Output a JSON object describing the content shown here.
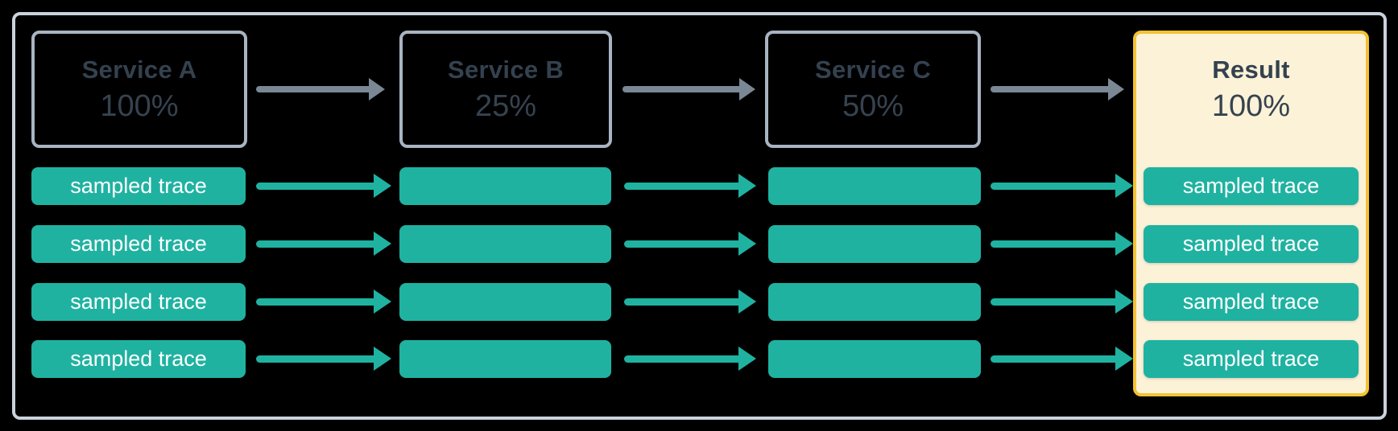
{
  "flow": {
    "stages": [
      {
        "title": "Service A",
        "value": "100%"
      },
      {
        "title": "Service B",
        "value": "25%"
      },
      {
        "title": "Service C",
        "value": "50%"
      }
    ],
    "result": {
      "title": "Result",
      "value": "100%"
    },
    "trace_label": "sampled trace",
    "trace_rows": 4
  },
  "colors": {
    "background": "#000000",
    "teal": "#1FB2A1",
    "trace_text": "#FFFFFF",
    "text_dark": "#34414F",
    "arrow_gray": "#7A8794",
    "frame_border": "#C9D2DC",
    "stage_border": "#A8B4C1",
    "result_fill": "#FBF2D8",
    "result_border": "#F2C233"
  }
}
